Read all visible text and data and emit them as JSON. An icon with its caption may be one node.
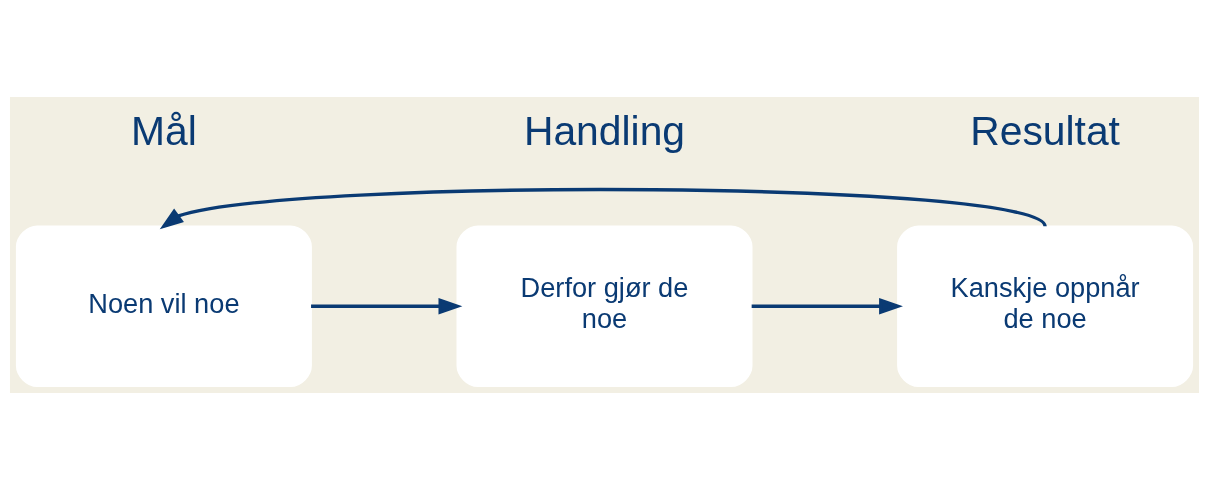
{
  "diagram": {
    "nodes": [
      {
        "text": [
          "Noen vil noe"
        ]
      },
      {
        "text": [
          "Derfor gjør de noe"
        ]
      },
      {
        "text": [
          "Kanskje oppnår de noe"
        ]
      }
    ],
    "edges": [
      {
        "from": 0,
        "to": 1,
        "arrow": "to"
      },
      {
        "from": 1,
        "to": 2,
        "arrow": "to"
      },
      {
        "from": 2,
        "to": 0,
        "arrow": "to"
      }
    ],
    "labels": [
      "Mål",
      "Handling",
      "Resultat"
    ]
  }
}
